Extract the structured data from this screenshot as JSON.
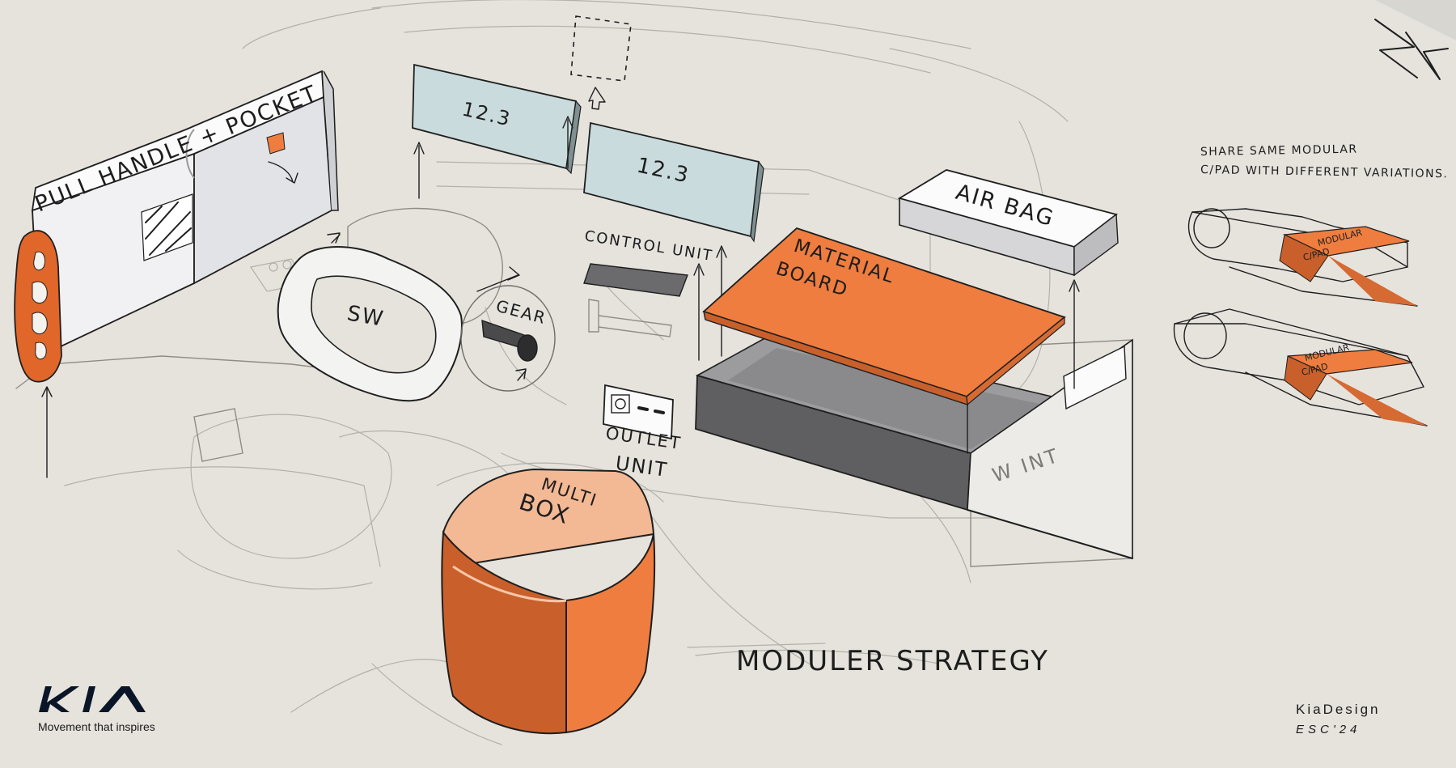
{
  "labels": {
    "pull_handle": "PULL HANDLE + POCKET",
    "display_left": "12.3",
    "display_right": "12.3",
    "control_unit": "CONTROL UNIT",
    "air_bag": "AIR BAG",
    "material_board": [
      "MATERIAL",
      "BOARD"
    ],
    "steering_wheel": "SW",
    "gear": "GEAR",
    "outlet_unit": [
      "OUTLET",
      "UNIT"
    ],
    "multi_box": [
      "MULTI",
      "BOX"
    ],
    "title": "MODULER STRATEGY",
    "share_note": [
      "SHARE SAME MODULAR",
      "C/PAD WITH DIFFERENT VARIATIONS."
    ],
    "modular_pad_1": [
      "MODULAR",
      "C/PAD"
    ],
    "modular_pad_2": [
      "MODULAR",
      "C/PAD"
    ],
    "wint": "W INT"
  },
  "branding": {
    "kia_logo": "KIA",
    "kia_tagline": "Movement that inspires",
    "kia_design": "KiaDesign",
    "esc": "ESC'24"
  },
  "colors": {
    "background": "#e6e3dd",
    "orange": "#ee7d3f",
    "orange_dark": "#c9602b",
    "orange_light": "#f3b894",
    "display_blue": "#c9dbdd",
    "console_gray": "#6d6d70",
    "ink": "#1e1e1e"
  }
}
